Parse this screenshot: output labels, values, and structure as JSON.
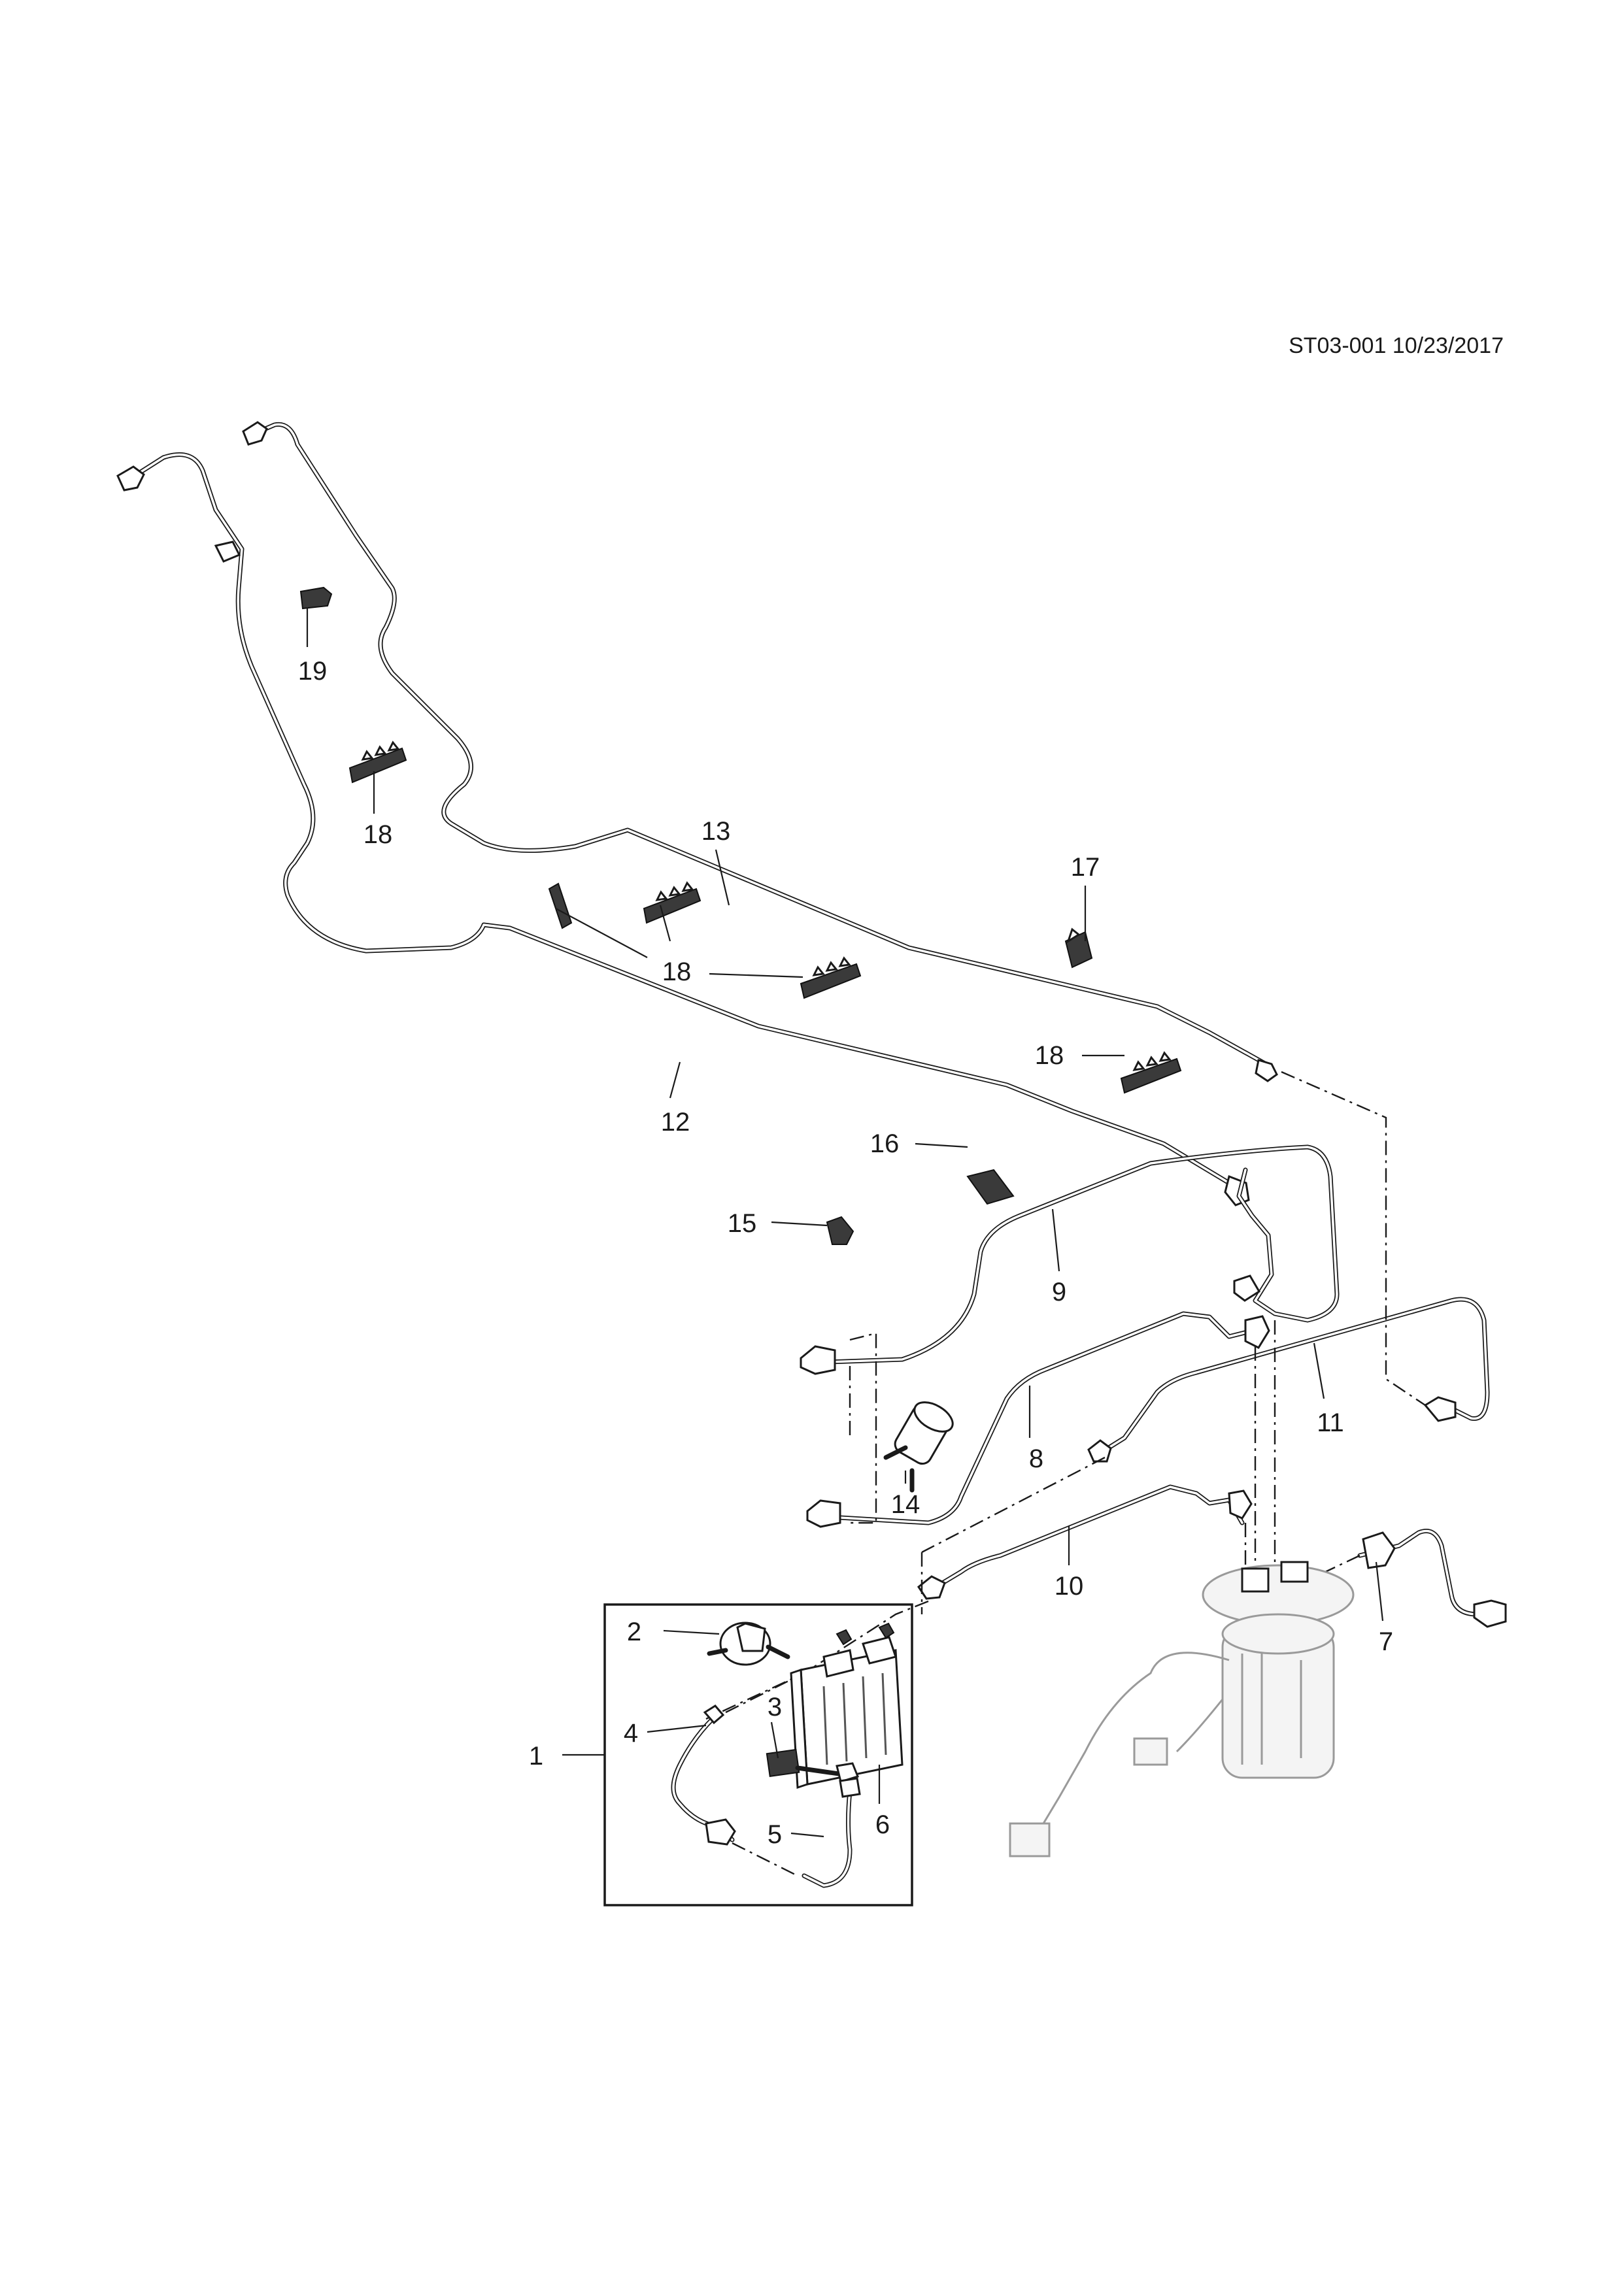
{
  "drawing_code": "ST03-001 10/23/2017",
  "callouts": {
    "c1": "1",
    "c2": "2",
    "c3": "3",
    "c4": "4",
    "c5": "5",
    "c6": "6",
    "c7": "7",
    "c8": "8",
    "c9": "9",
    "c10": "10",
    "c11": "11",
    "c12": "12",
    "c13": "13",
    "c14": "14",
    "c15": "15",
    "c16": "16",
    "c17": "17",
    "c18a": "18",
    "c18b": "18",
    "c18c": "18",
    "c19": "19"
  }
}
